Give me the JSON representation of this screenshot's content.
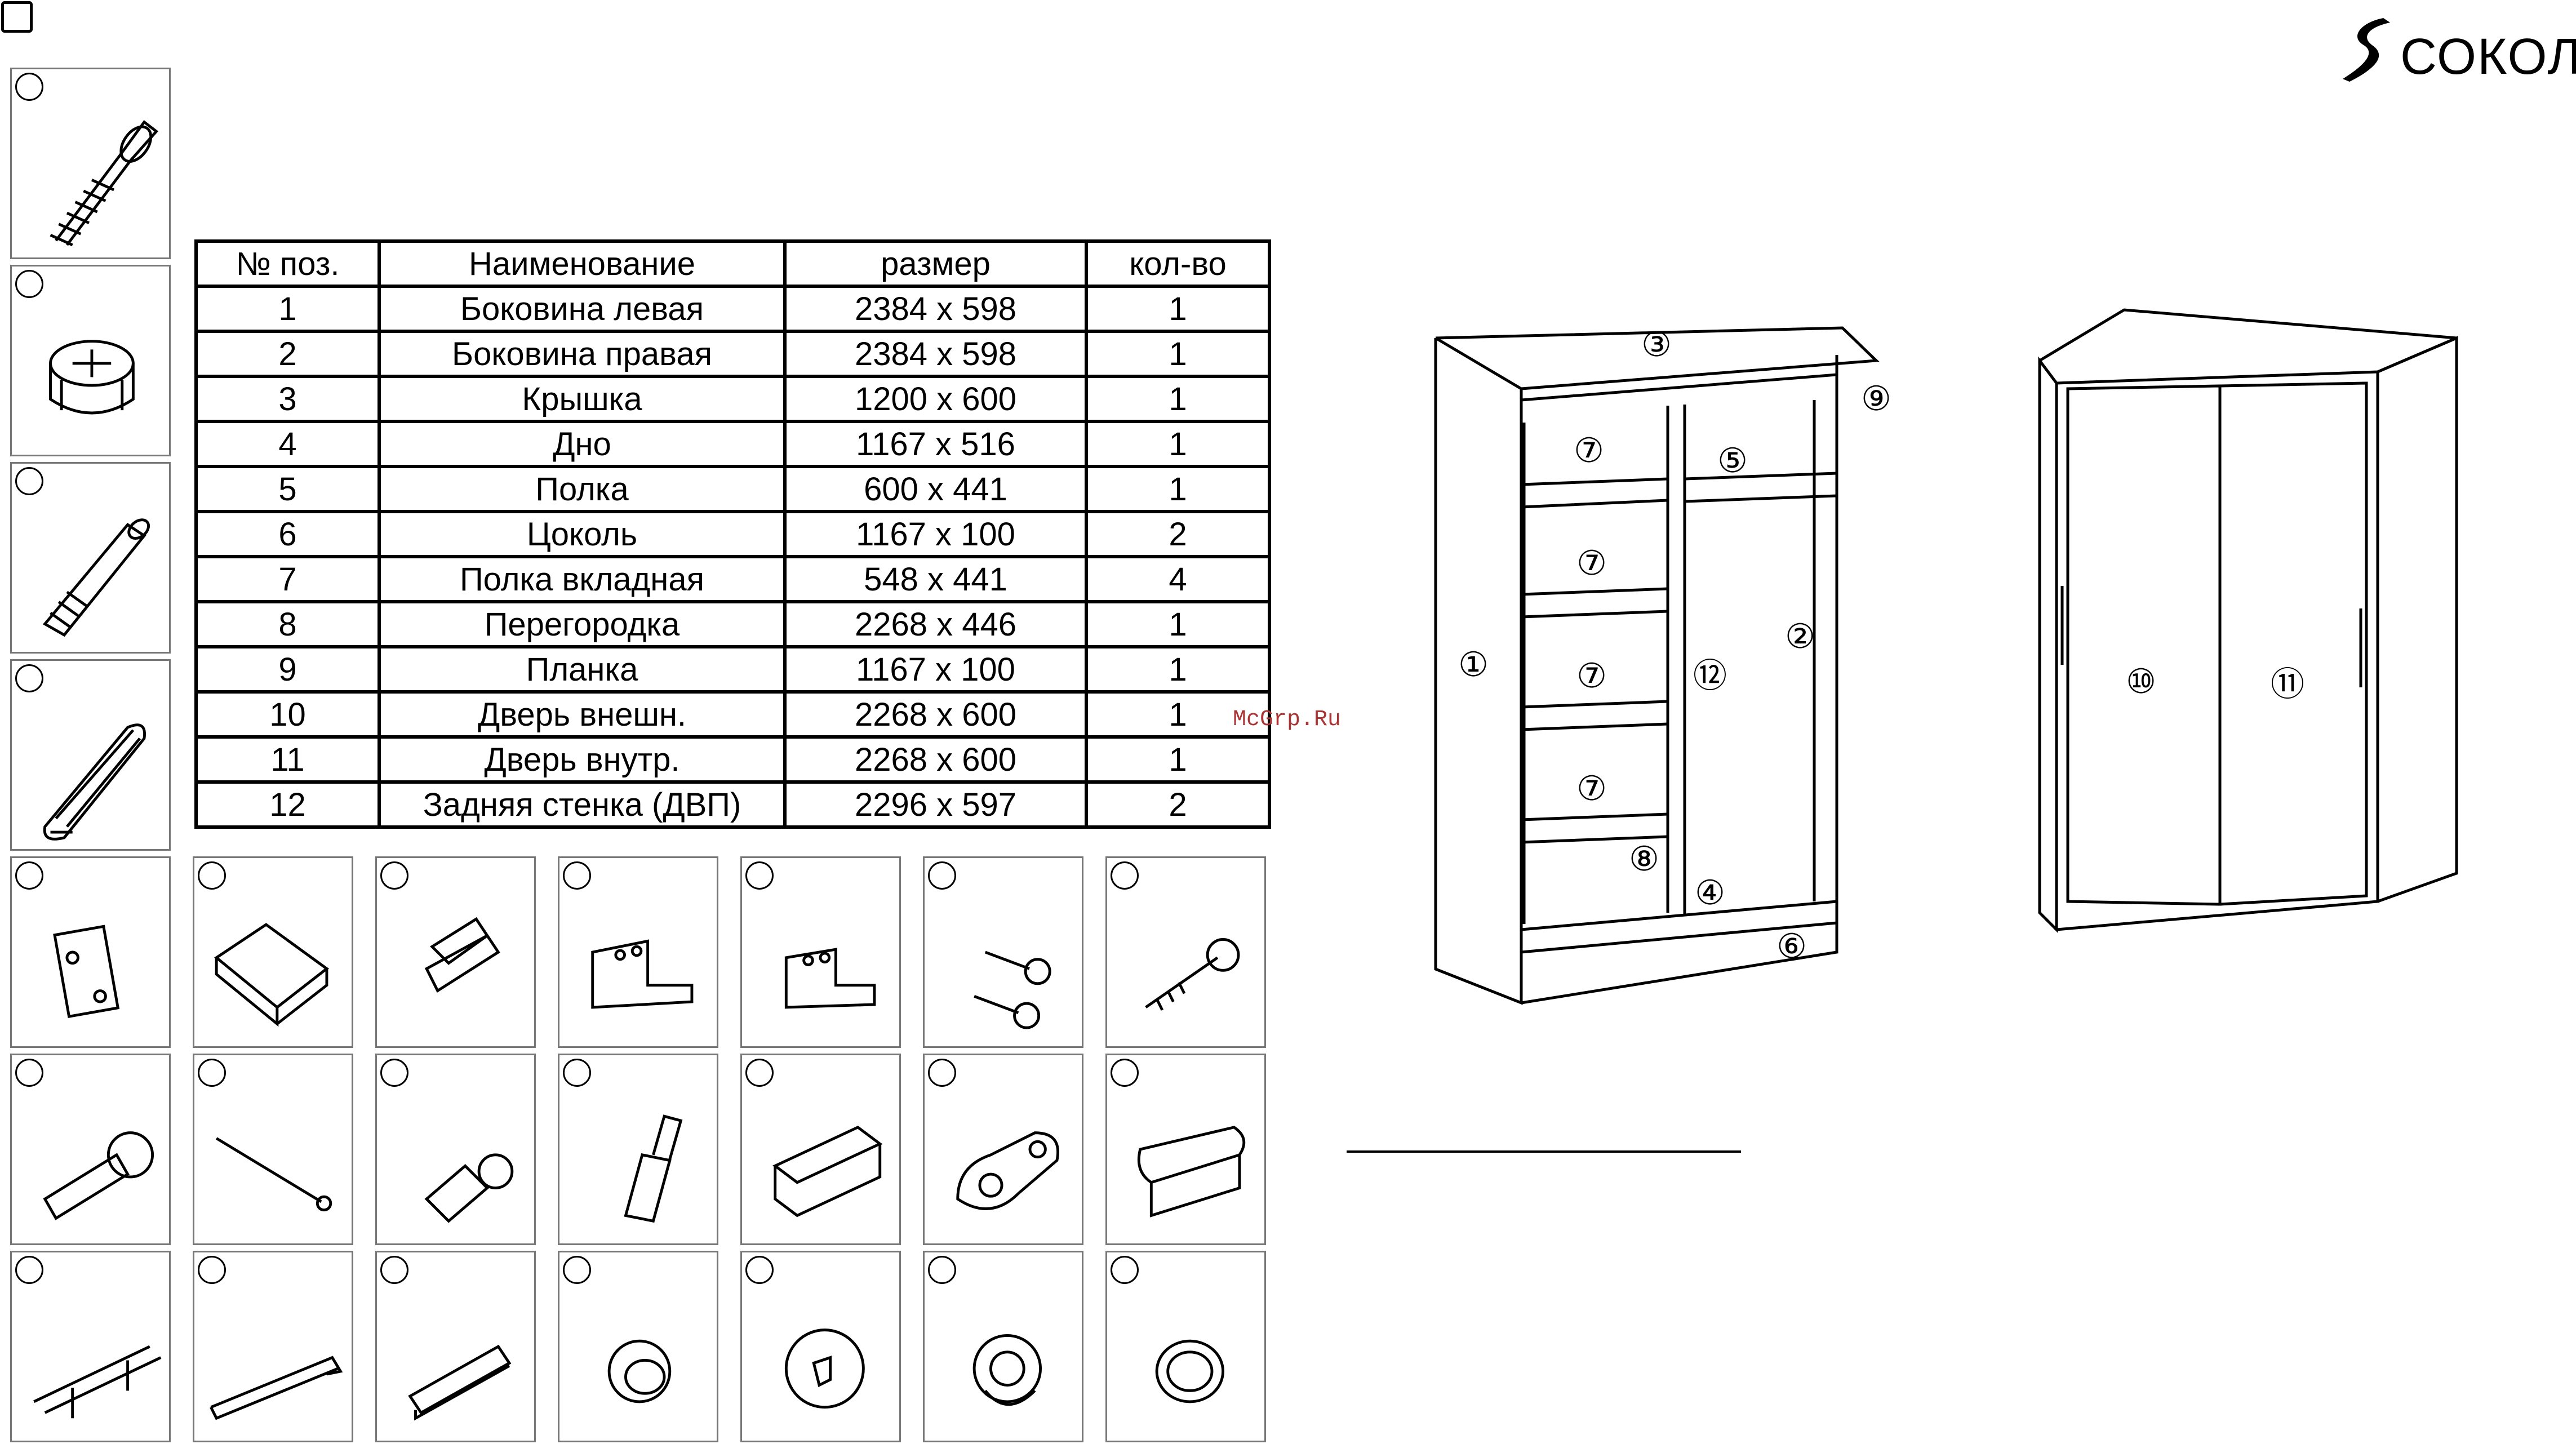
{
  "brand": {
    "name": "СОКОЛ"
  },
  "watermark": "McGrp.Ru",
  "table": {
    "headers": [
      "№ поз.",
      "Наименование",
      "размер",
      "кол-во"
    ],
    "rows": [
      [
        "1",
        "Боковина левая",
        "2384 х 598",
        "1"
      ],
      [
        "2",
        "Боковина правая",
        "2384 х 598",
        "1"
      ],
      [
        "3",
        "Крышка",
        "1200 х 600",
        "1"
      ],
      [
        "4",
        "Дно",
        "1167 х 516",
        "1"
      ],
      [
        "5",
        "Полка",
        "600 х 441",
        "1"
      ],
      [
        "6",
        "Цоколь",
        "1167 х 100",
        "2"
      ],
      [
        "7",
        "Полка вкладная",
        "548 х 441",
        "4"
      ],
      [
        "8",
        "Перегородка",
        "2268 х 446",
        "1"
      ],
      [
        "9",
        "Планка",
        "1167 х 100",
        "1"
      ],
      [
        "10",
        "Дверь внешн.",
        "2268 х 600",
        "1"
      ],
      [
        "11",
        "Дверь внутр.",
        "2268 х 600",
        "1"
      ],
      [
        "12",
        "Задняя стенка (ДВП)",
        "2296 х 597",
        "2"
      ]
    ]
  },
  "fittings": {
    "column": [
      "confirmat-screw",
      "eccentric-cam",
      "cam-bolt",
      "wooden-dowel"
    ],
    "grid_rows": [
      [
        "cabinet-hinge",
        "u-bracket",
        "clip-bracket",
        "shelf-support-plate",
        "corner-plate",
        "bolt-screws",
        "wood-screw"
      ],
      [
        "machine-screw",
        "nail",
        "screw-with-anchor",
        "shelf-pin",
        "rail-guide",
        "rod-holder",
        "hanging-rail"
      ],
      [
        "handle-bar",
        "hex-key",
        "profile-strip",
        "cap-knob",
        "plastic-cap",
        "knob-handle",
        "ring-washer"
      ]
    ]
  },
  "drawing": {
    "left_labels": [
      "③",
      "⑨",
      "⑦",
      "⑤",
      "⑦",
      "①",
      "⑦",
      "⑫",
      "②",
      "⑦",
      "⑧",
      "④",
      "⑥"
    ],
    "right_labels": [
      "⑩",
      "⑪"
    ]
  }
}
